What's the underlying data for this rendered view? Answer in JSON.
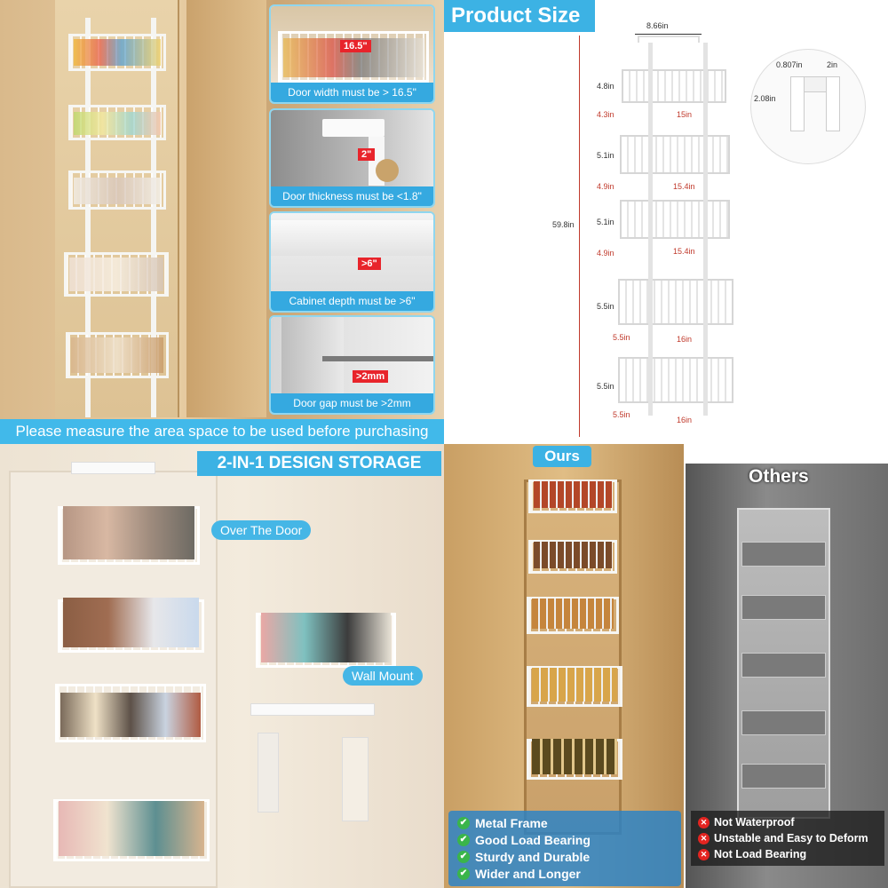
{
  "q1": {
    "callouts": [
      {
        "measure": "16.5\"",
        "caption": "Door width must be > 16.5\""
      },
      {
        "measure": "2\"",
        "caption": "Door thickness must be <1.8\""
      },
      {
        "measure": ">6\"",
        "caption": "Cabinet depth must be >6\""
      },
      {
        "measure": ">2mm",
        "caption": "Door gap must be >2mm"
      }
    ],
    "banner": "Please measure the area space to be used before purchasing"
  },
  "q2": {
    "title": "Product Size",
    "top_width": "8.66in",
    "total_height": "59.8in",
    "baskets": [
      {
        "height": "4.8in",
        "depth": "4.3in",
        "width": "15in"
      },
      {
        "height": "5.1in",
        "depth": "4.9in",
        "width": "15.4in"
      },
      {
        "height": "5.1in",
        "depth": "4.9in",
        "width": "15.4in"
      },
      {
        "height": "5.5in",
        "depth": "5.5in",
        "width": "16in"
      },
      {
        "height": "5.5in",
        "depth": "5.5in",
        "width": "16in"
      }
    ],
    "hook": {
      "thickness": "0.807in",
      "width": "2in",
      "height": "2.08in"
    }
  },
  "q3": {
    "title": "2-IN-1 DESIGN STORAGE",
    "over_door": "Over The Door",
    "wall_mount": "Wall Mount"
  },
  "q4": {
    "ours": "Ours",
    "others": "Others",
    "pros": [
      "Metal Frame",
      "Good Load Bearing",
      "Sturdy and Durable",
      "Wider and Longer"
    ],
    "cons": [
      "Not Waterproof",
      "Unstable and Easy to Deform",
      "Not Load Bearing"
    ]
  }
}
